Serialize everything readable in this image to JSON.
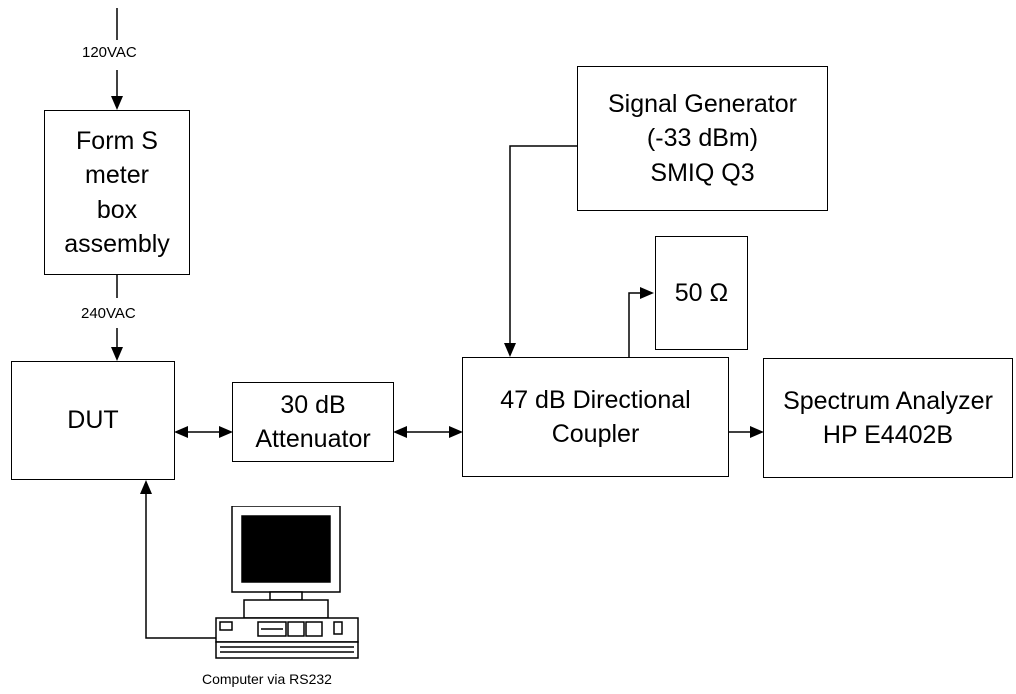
{
  "diagram": {
    "labels": {
      "input_voltage": "120VAC",
      "output_voltage": "240VAC",
      "computer": "Computer via RS232"
    },
    "boxes": {
      "meter_box": {
        "lines": [
          "Form S",
          "meter",
          "box",
          "assembly"
        ]
      },
      "dut": {
        "lines": [
          "DUT"
        ]
      },
      "attenuator": {
        "lines": [
          "30 dB",
          "Attenuator"
        ]
      },
      "coupler": {
        "lines": [
          "47 dB Directional",
          "Coupler"
        ]
      },
      "signal_generator": {
        "lines": [
          "Signal Generator",
          "(-33 dBm)",
          "SMIQ Q3"
        ]
      },
      "termination": {
        "lines": [
          "50 Ω"
        ]
      },
      "spectrum_analyzer": {
        "lines": [
          "Spectrum Analyzer",
          "HP E4402B"
        ]
      }
    },
    "connections": [
      {
        "from": "120VAC",
        "to": "meter_box"
      },
      {
        "from": "meter_box",
        "to": "dut",
        "label": "240VAC"
      },
      {
        "from": "dut",
        "to": "attenuator",
        "bidirectional": true
      },
      {
        "from": "attenuator",
        "to": "coupler",
        "bidirectional": true
      },
      {
        "from": "signal_generator",
        "to": "coupler"
      },
      {
        "from": "coupler",
        "to": "termination"
      },
      {
        "from": "coupler",
        "to": "spectrum_analyzer"
      },
      {
        "from": "computer",
        "to": "dut"
      }
    ]
  }
}
